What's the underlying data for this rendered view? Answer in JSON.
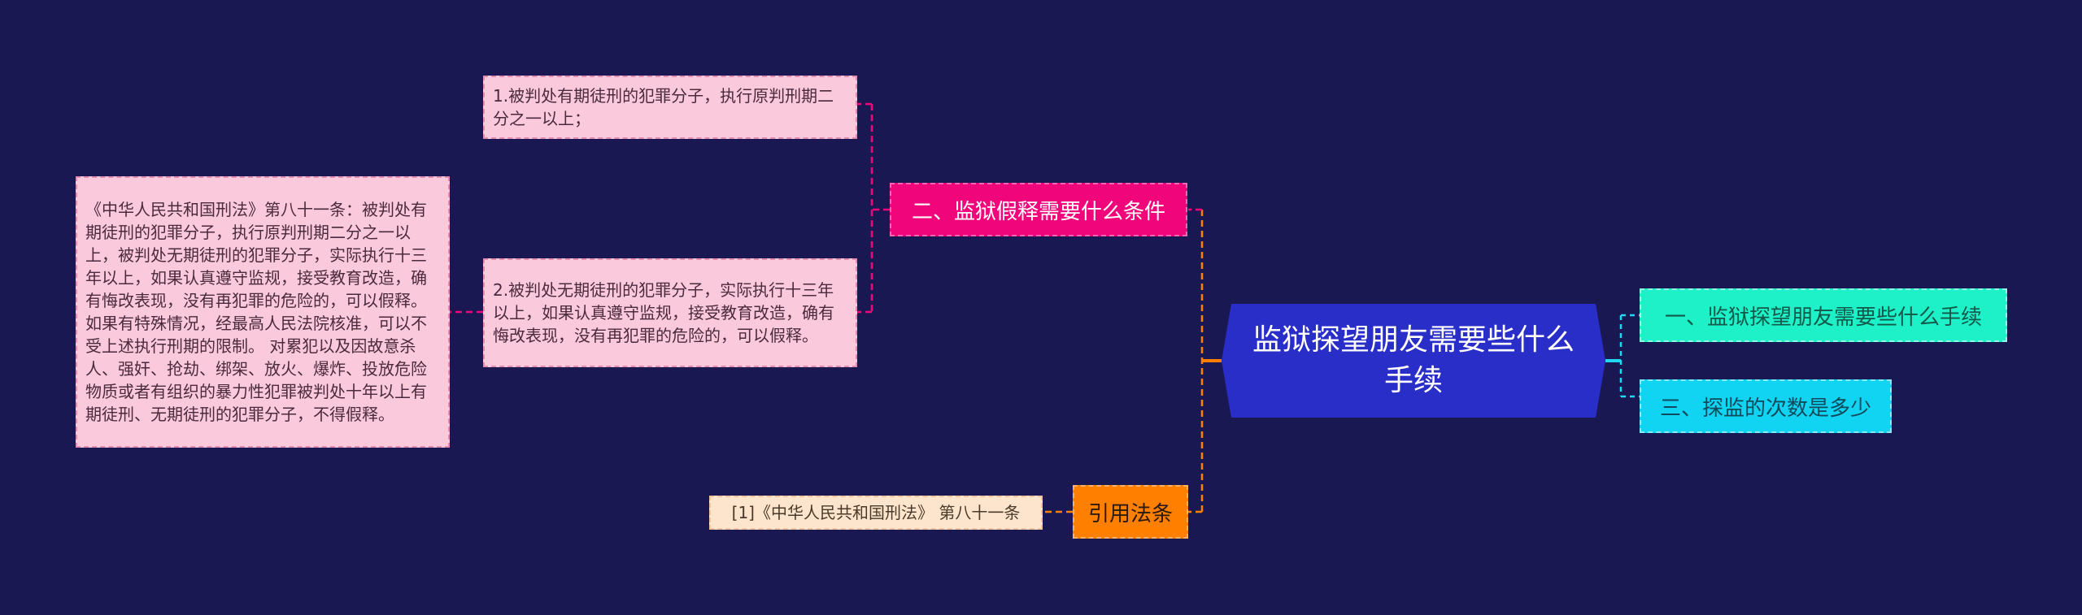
{
  "root": {
    "title": "监狱探望朋友需要些什么手续",
    "color": "#2a2ec8"
  },
  "branches": {
    "parole_conditions": {
      "label": "二、监狱假释需要什么条件",
      "color": "#f0067a",
      "items": [
        {
          "text": "1.被判处有期徒刑的犯罪分子，执行原判刑期二分之一以上；"
        },
        {
          "text": "2.被判处无期徒刑的犯罪分子，实际执行十三年以上，如果认真遵守监规，接受教育改造，确有悔改表现，没有再犯罪的危险的，可以假释。"
        }
      ],
      "detail": "《中华人民共和国刑法》第八十一条：被判处有期徒刑的犯罪分子，执行原判刑期二分之一以上，被判处无期徒刑的犯罪分子，实际执行十三年以上，如果认真遵守监规，接受教育改造，确有悔改表现，没有再犯罪的危险的，可以假释。如果有特殊情况，经最高人民法院核准，可以不受上述执行刑期的限制。 对累犯以及因故意杀人、强奸、抢劫、绑架、放火、爆炸、投放危险物质或者有组织的暴力性犯罪被判处十年以上有期徒刑、无期徒刑的犯罪分子，不得假释。"
    },
    "cited_law": {
      "label": "引用法条",
      "color": "#ff7f00",
      "citation": "[1]《中华人民共和国刑法》 第八十一条"
    },
    "procedures": {
      "label": "一、监狱探望朋友需要些什么手续",
      "color": "#1ef0c8"
    },
    "visit_count": {
      "label": "三、探监的次数是多少",
      "color": "#11d4f2"
    }
  },
  "colors": {
    "background": "#1a1852",
    "leaf_pink": "#fbc9dc",
    "leaf_cream": "#fde4cc"
  }
}
